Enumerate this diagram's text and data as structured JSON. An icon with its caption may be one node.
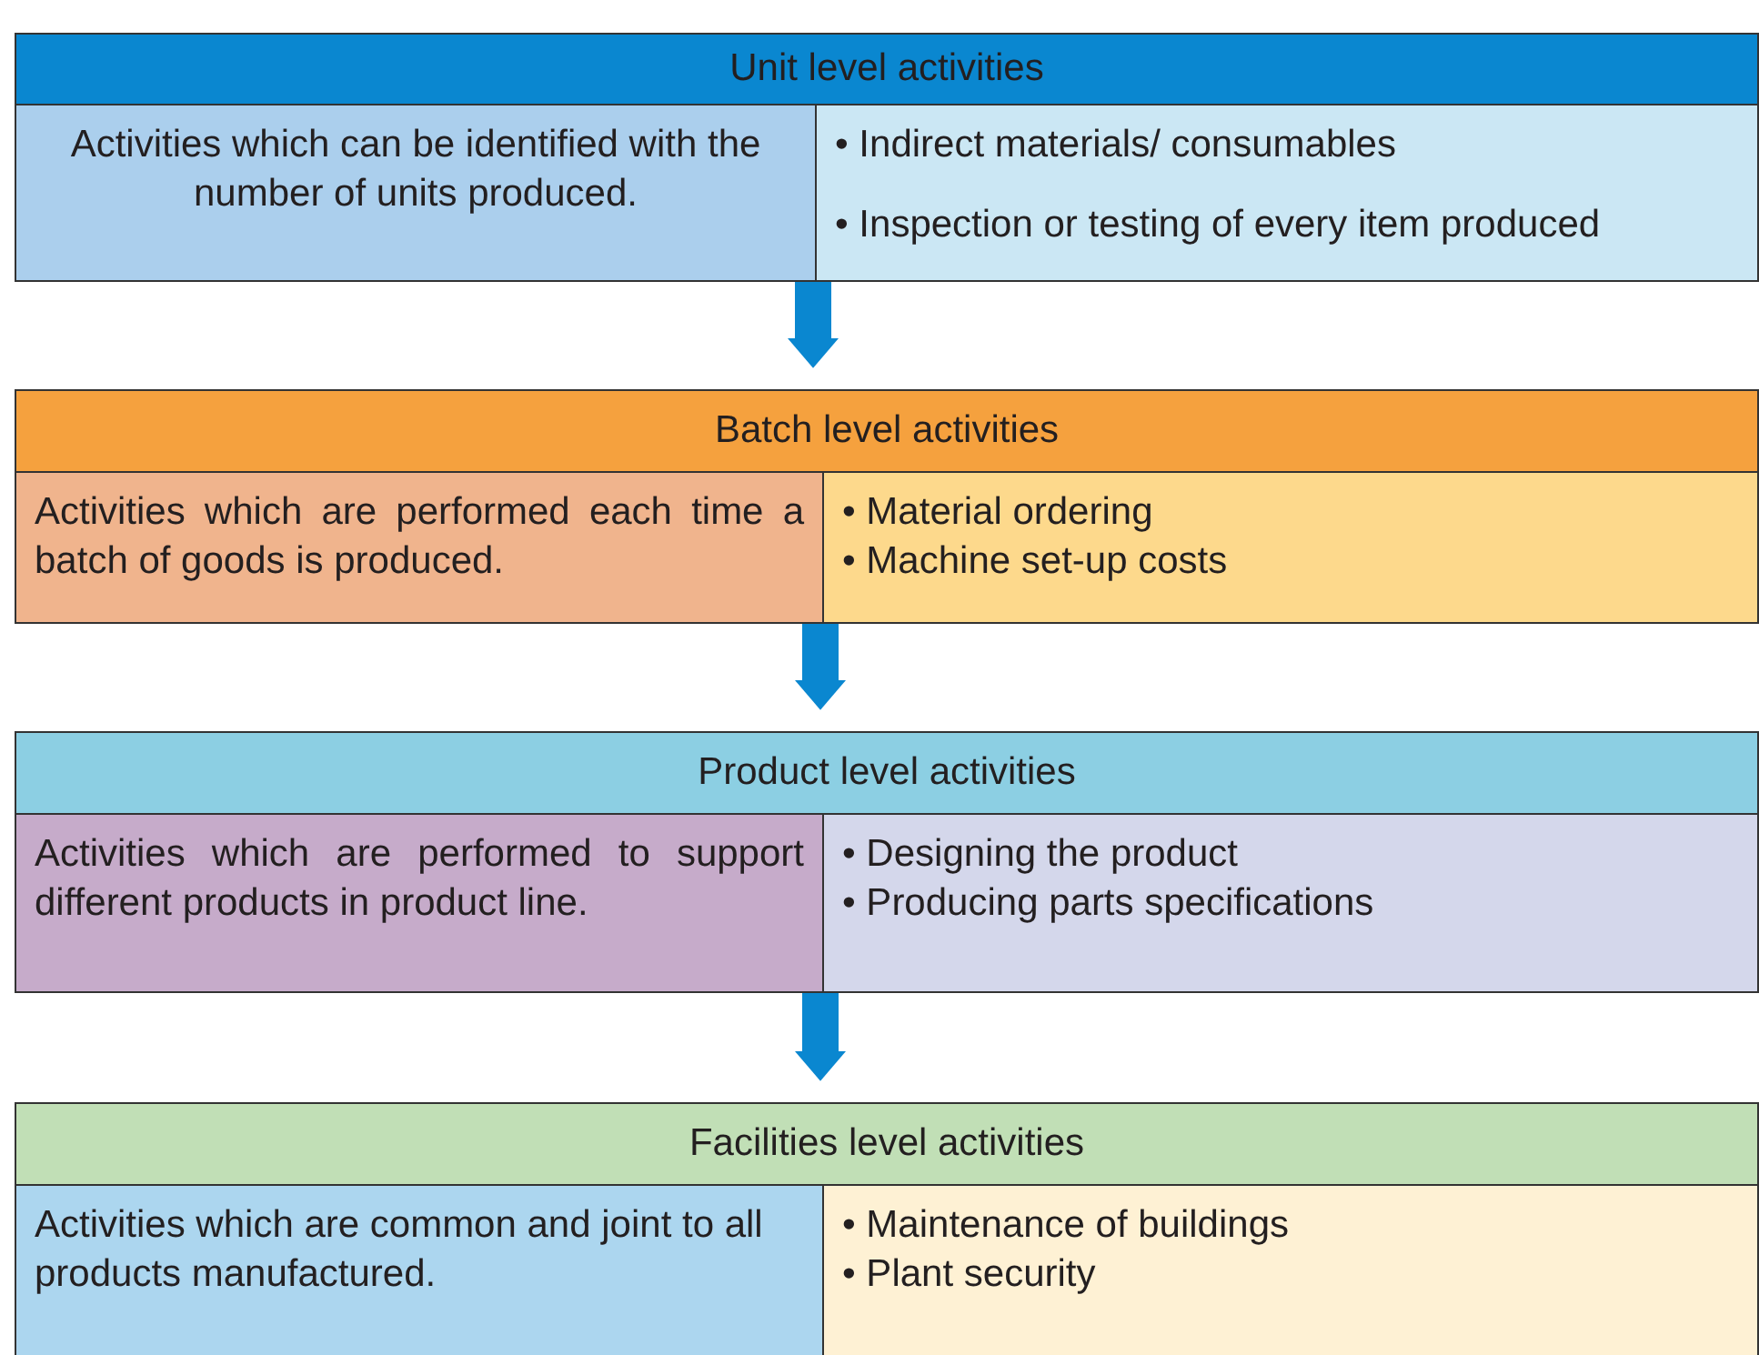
{
  "diagram": {
    "nodes": [
      {
        "text": [
          "Unit level activities"
        ]
      },
      {
        "text": [
          "Activities which can be identified with the number of units produced."
        ],
        "in": 0
      },
      {
        "text": [
          "• Indirect materials/ consumables",
          "• Inspection or testing of every item produced"
        ],
        "in": 0
      },
      {
        "text": [
          "Batch level activities"
        ]
      },
      {
        "text": [
          "Activities which are performed each time a batch of goods is produced."
        ],
        "in": 3
      },
      {
        "text": [
          "• Material ordering",
          "• Machine set-up costs"
        ],
        "in": 3
      },
      {
        "text": [
          "Product level activities"
        ]
      },
      {
        "text": [
          "Activities which are performed to support different products in product line."
        ],
        "in": 6
      },
      {
        "text": [
          "• Designing the product",
          "• Producing parts specifications"
        ],
        "in": 6
      },
      {
        "text": [
          "Facilities level activities"
        ]
      },
      {
        "text": [
          "Activities which are common and joint to all products manufactured."
        ],
        "in": 9
      },
      {
        "text": [
          "• Maintenance of buildings",
          "• Plant security"
        ],
        "in": 9
      }
    ],
    "edges": [
      {
        "from": 0,
        "to": 3,
        "arrow": "to"
      },
      {
        "from": 3,
        "to": 6,
        "arrow": "to"
      },
      {
        "from": 6,
        "to": 9,
        "arrow": "to"
      }
    ]
  }
}
